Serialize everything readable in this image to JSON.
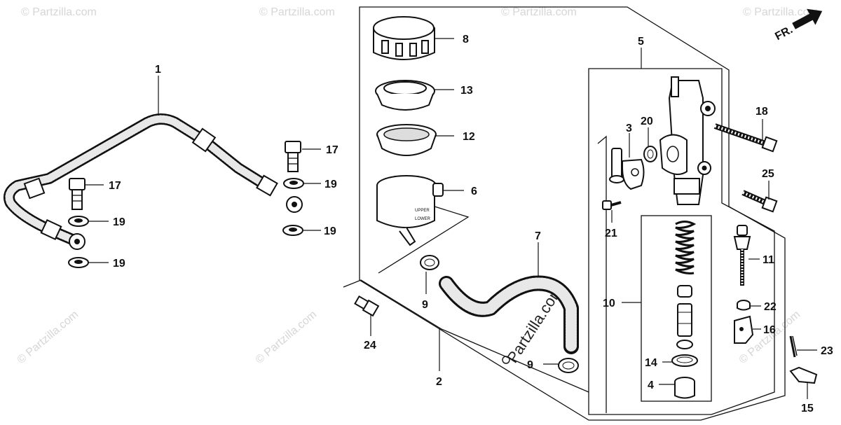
{
  "direction_label": "FR.",
  "watermark": {
    "site": "Partzilla.com",
    "copyright": "© Partzilla.com"
  },
  "callouts": {
    "p1": "1",
    "p2": "2",
    "p3": "3",
    "p4": "4",
    "p5": "5",
    "p6": "6",
    "p7": "7",
    "p8": "8",
    "p9a": "9",
    "p9b": "9",
    "p10": "10",
    "p11": "11",
    "p12": "12",
    "p13": "13",
    "p14": "14",
    "p15": "15",
    "p16": "16",
    "p17a": "17",
    "p17b": "17",
    "p18": "18",
    "p19a": "19",
    "p19b": "19",
    "p19c": "19",
    "p19d": "19",
    "p20": "20",
    "p21": "21",
    "p22": "22",
    "p23": "23",
    "p24": "24",
    "p25": "25"
  },
  "reservoir_marks": {
    "upper": "UPPER",
    "lower": "LOWER"
  }
}
